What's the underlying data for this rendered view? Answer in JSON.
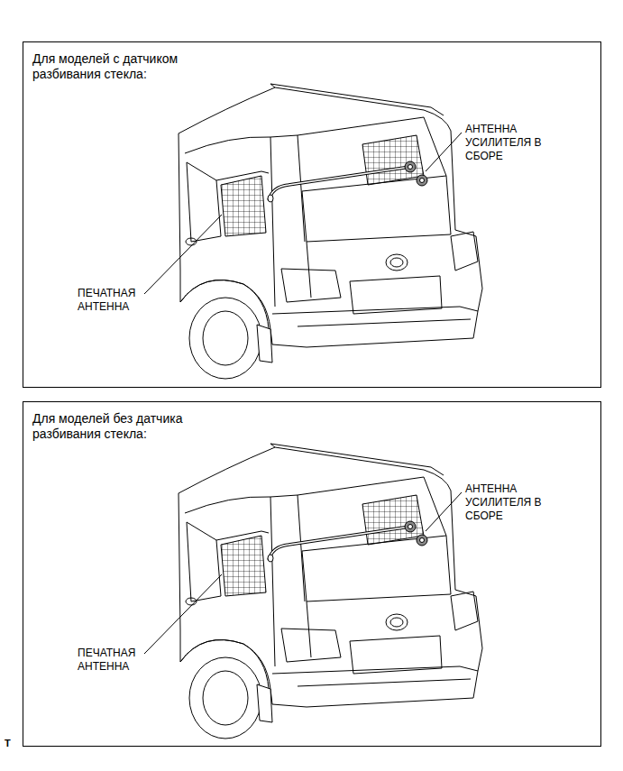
{
  "diagram": {
    "nodes": [
      {
        "text": [
          "Для моделей с датчиком разбивания стекла:"
        ]
      },
      {
        "text": [
          "Для моделей без датчика разбивания стекла:"
        ]
      }
    ],
    "labels": [
      "АНТЕННА УСИЛИТЕЛЯ В СБОРЕ",
      "ПЕЧАТНАЯ АНТЕННА",
      "АНТЕННА УСИЛИТЕЛЯ В СБОРЕ",
      "ПЕЧАТНАЯ АНТЕННА",
      "T"
    ]
  }
}
